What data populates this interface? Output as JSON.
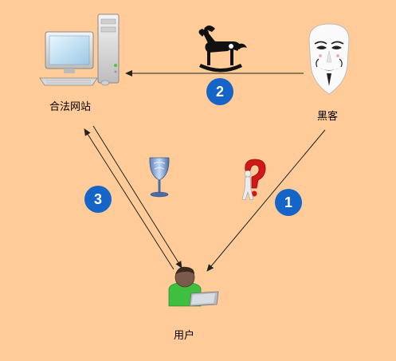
{
  "nodes": {
    "website": {
      "label": "合法网站"
    },
    "hacker": {
      "label": "黑客"
    },
    "user": {
      "label": "用户"
    }
  },
  "steps": [
    {
      "number": "1"
    },
    {
      "number": "2"
    },
    {
      "number": "3"
    }
  ],
  "icons": {
    "computer": "computer-icon",
    "hacker": "anonymous-mask-icon",
    "trojan": "rocking-horse-icon",
    "question": "question-mark-figure-icon",
    "glass": "wine-glass-icon",
    "user": "user-laptop-icon"
  },
  "colors": {
    "background": "#FFCC99",
    "badge": "#1565C8",
    "arrow": "#222222"
  }
}
